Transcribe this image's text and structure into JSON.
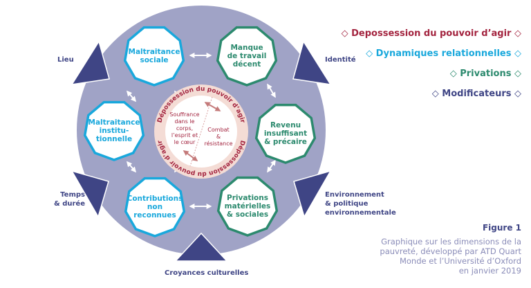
{
  "colors": {
    "outer": "#a0a3c6",
    "modifier": "#3f4585",
    "relational": "#19a8dc",
    "privation": "#2c8a6e",
    "disempowerment": "#a3243f",
    "inner": "#f4dcd5"
  },
  "legend": [
    {
      "label": "◇ Depossession du pouvoir d’agir ◇",
      "color": "#a3243f"
    },
    {
      "label": "◇ Dynamiques relationnelles ◇",
      "color": "#19a8dc"
    },
    {
      "label": "◇ Privations ◇",
      "color": "#2c8a6e"
    },
    {
      "label": "◇ Modificateurs ◇",
      "color": "#3f4585"
    }
  ],
  "nodes": {
    "maltraitance_sociale": [
      "Maltraitance",
      "sociale"
    ],
    "manque_travail": [
      "Manque",
      "de travail",
      "décent"
    ],
    "revenu": [
      "Revenu",
      "insuffisant",
      "& précaire"
    ],
    "privations": [
      "Privations",
      "matérielles",
      "& sociales"
    ],
    "contributions": [
      "Contributions",
      "non",
      "reconnues"
    ],
    "maltraitance_inst": [
      "Maltraitance",
      "institu-",
      "tionnelle"
    ]
  },
  "center": {
    "ring_text": "Dépossession du pouvoir d’agir",
    "left": [
      "Souffrance",
      "dans le",
      "corps,",
      "l’esprit et",
      "le cœur"
    ],
    "right": [
      "Combat",
      "&",
      "résistance"
    ]
  },
  "modifiers": {
    "lieu": "Lieu",
    "identite": "Identité",
    "temps": [
      "Temps",
      "& durée"
    ],
    "environnement": [
      "Environnement",
      "& politique",
      "environnementale"
    ],
    "croyances": "Croyances culturelles"
  },
  "caption": {
    "figure": "Figure 1",
    "lines": [
      "Graphique sur les dimensions de la",
      "pauvreté, développé par ATD Quart",
      "Monde et l’Université d’Oxford",
      "en janvier 2019"
    ]
  }
}
